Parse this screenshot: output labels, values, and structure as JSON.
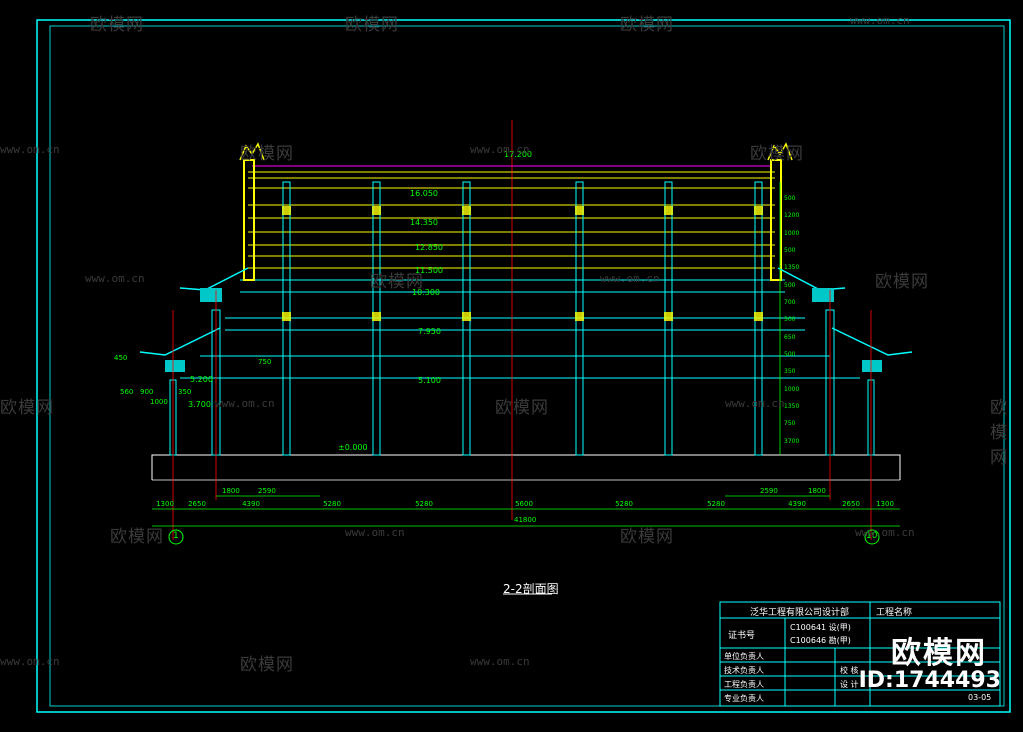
{
  "drawing_title": "2-2剖面图",
  "elevations": [
    "17.200",
    "16.050",
    "14.350",
    "12.850",
    "11.500",
    "10.300",
    "7.950",
    "5.200",
    "5.100",
    "3.700",
    "±0.000"
  ],
  "dimensions": {
    "bottom_row": [
      "1300",
      "2650",
      "4390",
      "5280",
      "5280",
      "5600",
      "5280",
      "5280",
      "4390",
      "2650",
      "1300"
    ],
    "upper_row": [
      "1800",
      "2590",
      "2590",
      "1800"
    ],
    "total": "41800",
    "left": [
      "1000",
      "560",
      "900",
      "350",
      "750",
      "450"
    ],
    "right": [
      "500",
      "1200",
      "1000",
      "500",
      "1350",
      "500",
      "700",
      "500",
      "650",
      "500",
      "350",
      "1000",
      "1350",
      "750",
      "3700"
    ]
  },
  "axis_labels": [
    "1",
    "10"
  ],
  "title_block": {
    "company": "泛华工程有限公司设计部",
    "project_label": "工程名称",
    "cert_label": "证书号",
    "cert_1": "C100641 设(甲)",
    "cert_2": "C100646 勘(甲)",
    "rows": [
      "单位负责人",
      "技术负责人",
      "工程负责人",
      "专业负责人"
    ],
    "roles": [
      "校 核",
      "设 计"
    ],
    "drawing_no": "03-05"
  },
  "watermark": {
    "text": "欧模网",
    "url": "www.om.cn"
  },
  "brand": {
    "name": "欧模网",
    "id": "ID:1744493"
  },
  "colors": {
    "yellow": "#ffff00",
    "cyan": "#00ffff",
    "green": "#00ff00",
    "red": "#ff0000",
    "white": "#ffffff",
    "magenta": "#ff00ff"
  }
}
